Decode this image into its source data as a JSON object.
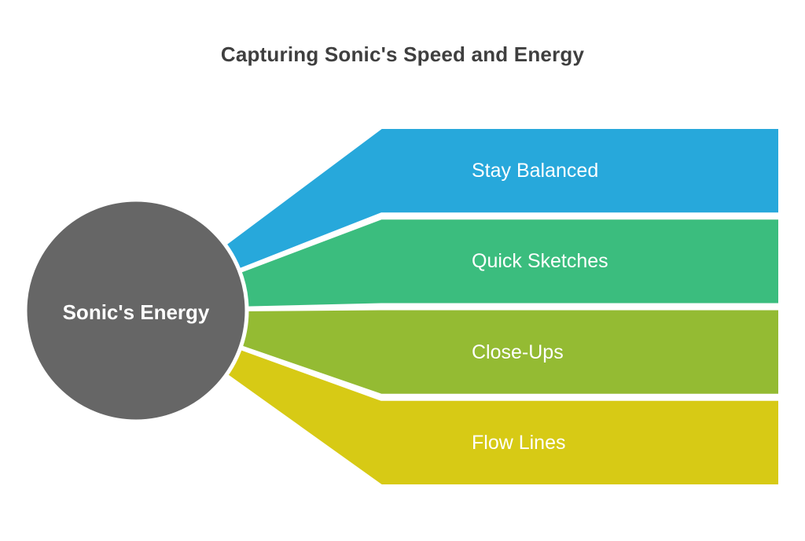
{
  "title": "Capturing Sonic's Speed and Energy",
  "title_color": "#3f3f3f",
  "background": "#ffffff",
  "center_node": {
    "label": "Sonic's Energy",
    "fill": "#666666",
    "border_color": "#ffffff",
    "text_color": "#ffffff"
  },
  "bands": [
    {
      "label": "Stay Balanced",
      "color": "#27a8db"
    },
    {
      "label": "Quick Sketches",
      "color": "#3bbd7e"
    },
    {
      "label": "Close-Ups",
      "color": "#94bb33"
    },
    {
      "label": "Flow Lines",
      "color": "#d7ca15"
    }
  ]
}
